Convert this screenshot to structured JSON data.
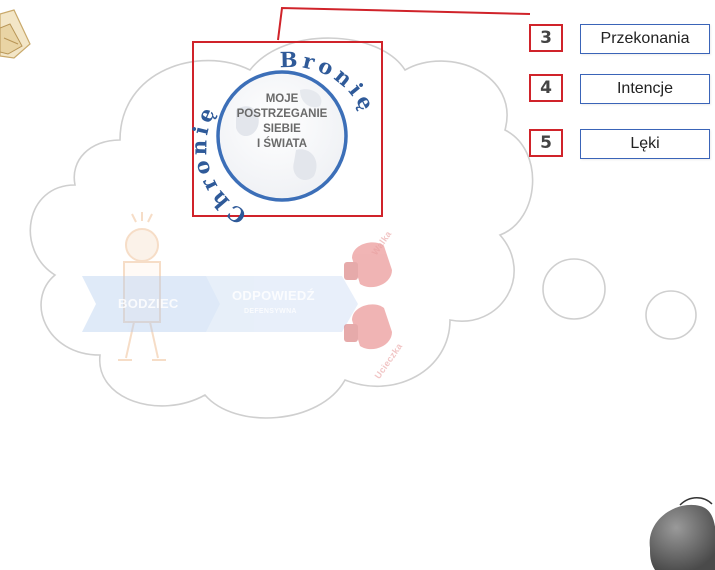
{
  "circle_center_text": [
    "MOJE",
    "POSTRZEGANIE",
    "SIEBIE",
    "I ŚWIATA"
  ],
  "arc_left_word": "Chronię",
  "arc_right_word": "Bronię",
  "items": [
    {
      "number": "3",
      "label": "Przekonania"
    },
    {
      "number": "4",
      "label": "Intencje"
    },
    {
      "number": "5",
      "label": "Lęki"
    }
  ],
  "arrow": {
    "left_text": "BODZIEC",
    "right_text": "ODPOWIEDŹ",
    "right_subtext": "DEFENSYWNA"
  },
  "glove_labels": {
    "top": "Walka",
    "bottom": "Ucieczka"
  },
  "colors": {
    "red": "#d0232a",
    "blue": "#3a64b8",
    "arc_text": "#2f5a99"
  }
}
